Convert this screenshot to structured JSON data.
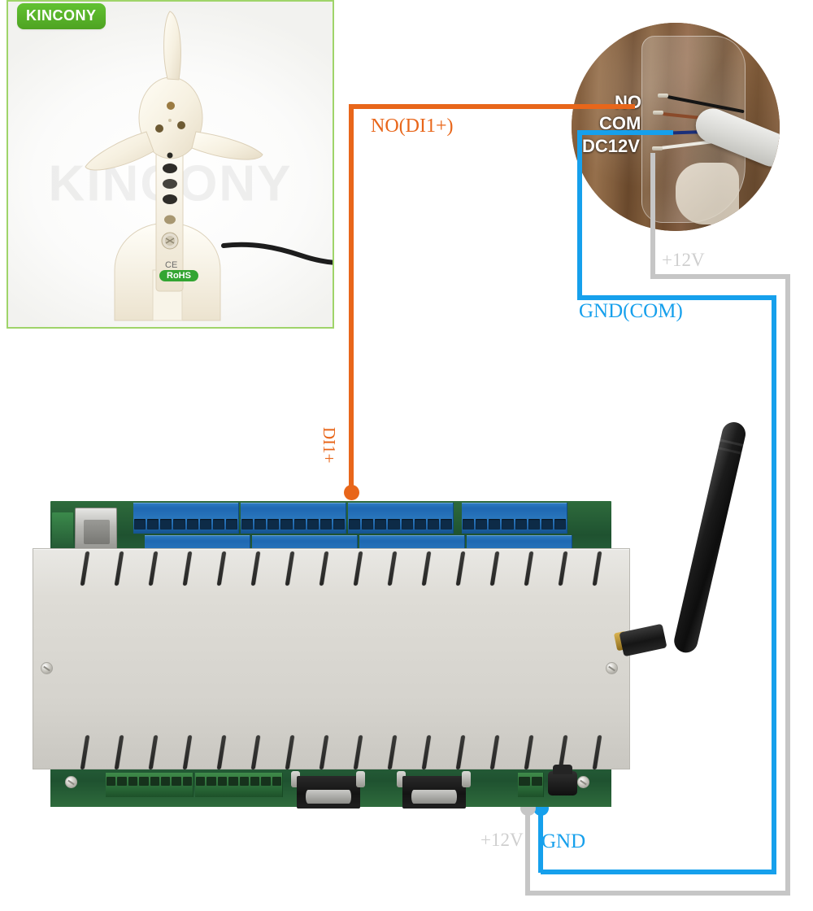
{
  "brand": {
    "logo_text": "KINCONY"
  },
  "photo": {
    "watermark": "KINCONY",
    "device_name": "wind-speed-sensor",
    "badge_ce": "CE",
    "badge_rohs": "RoHS"
  },
  "sensor_inset": {
    "terminals": [
      {
        "id": "no",
        "label": "NO",
        "wire_color": "#8a4a2a"
      },
      {
        "id": "com",
        "label": "COM",
        "wire_color": "#1b2f7a"
      },
      {
        "id": "dc12v",
        "label": "DC12V",
        "wire_color": "#e8e8e4"
      }
    ],
    "extra_wire_color": "#151515"
  },
  "connections": [
    {
      "id": "no-di1",
      "label": "NO(DI1+)",
      "color": "#e8661a",
      "from": "sensor NO",
      "to": "controller DI1+"
    },
    {
      "id": "gnd-com",
      "label": "GND(COM)",
      "color": "#16a0ec",
      "from": "sensor COM",
      "to": "controller GND"
    },
    {
      "id": "dc12v-power",
      "label": "+12V",
      "color": "#c6c6c6",
      "from": "sensor DC12V",
      "to": "controller +12V"
    }
  ],
  "board_labels": {
    "di1_plus": "DI1+",
    "plus12v_top": "+12V",
    "plus12v_bottom": "+12V",
    "gnd_bottom": "GND"
  },
  "controller": {
    "name": "kincony-relay-controller",
    "terminal_rows": 2,
    "terminal_groups_per_row": 4,
    "terminals_per_group": 8,
    "ports": [
      "rj45-ethernet",
      "db9-serial",
      "db9-serial",
      "dc-barrel-jack"
    ],
    "antenna": "wifi-antenna",
    "case_color": "#d9d7d1",
    "terminal_color": "#1f68b2",
    "pcb_color": "#27603a"
  },
  "colors": {
    "orange": "#e8661a",
    "blue": "#16a0ec",
    "gray": "#c6c6c6",
    "brand_green": "#5cb82b"
  }
}
